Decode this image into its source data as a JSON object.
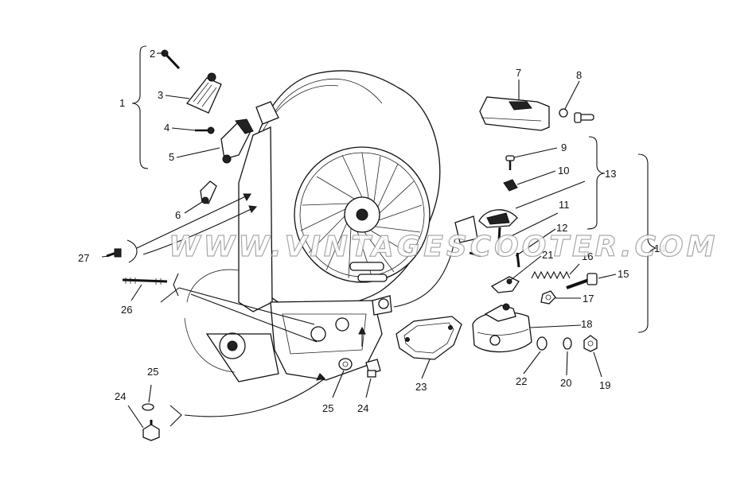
{
  "watermark": "WWW.VINTAGESCOOTER.COM",
  "callouts": {
    "c1": "1",
    "c2": "2",
    "c3": "3",
    "c4": "4",
    "c5": "5",
    "c6": "6",
    "c7": "7",
    "c8": "8",
    "c9": "9",
    "c10": "10",
    "c11": "11",
    "c12": "12",
    "c13": "13",
    "c14": "14",
    "c15": "15",
    "c16": "16",
    "c17": "17",
    "c18": "18",
    "c19": "19",
    "c20": "20",
    "c21": "21",
    "c22": "22",
    "c23": "23",
    "c24a": "24",
    "c24b": "24",
    "c25a": "25",
    "c25b": "25",
    "c26": "26",
    "c27": "27"
  }
}
